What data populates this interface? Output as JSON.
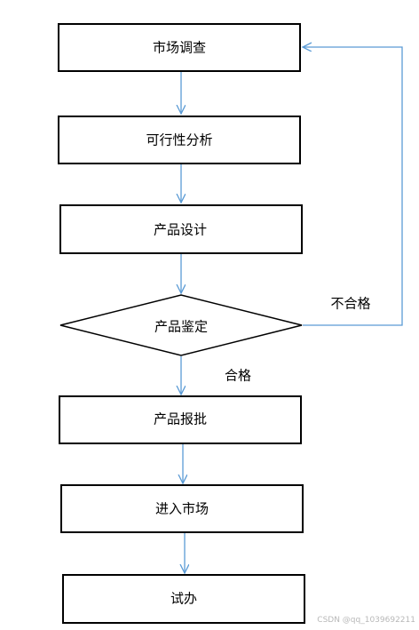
{
  "colors": {
    "connector": "#5b9bd5",
    "border": "#000000",
    "background": "#ffffff",
    "watermark": "#b8b8b8"
  },
  "nodes": {
    "market_research": "市场调查",
    "feasibility": "可行性分析",
    "design": "产品设计",
    "appraisal": "产品鉴定",
    "approval": "产品报批",
    "market_entry": "进入市场",
    "trial": "试办"
  },
  "edges": {
    "fail": "不合格",
    "pass": "合格"
  },
  "watermark": "CSDN @qq_1039692211"
}
